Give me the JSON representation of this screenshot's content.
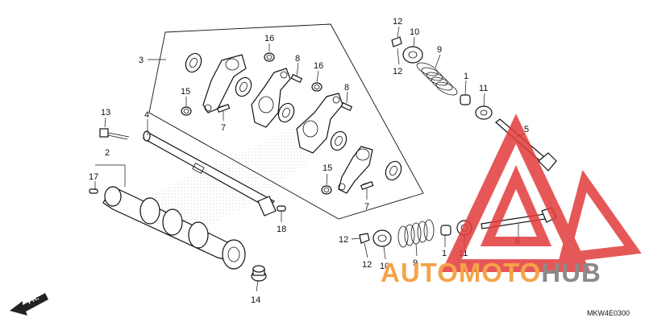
{
  "callouts": [
    {
      "id": "c3",
      "text": "3"
    },
    {
      "id": "c16a",
      "text": "16"
    },
    {
      "id": "c16b",
      "text": "16"
    },
    {
      "id": "c8a",
      "text": "8"
    },
    {
      "id": "c8b",
      "text": "8"
    },
    {
      "id": "c15a",
      "text": "15"
    },
    {
      "id": "c15b",
      "text": "15"
    },
    {
      "id": "c7a",
      "text": "7"
    },
    {
      "id": "c7b",
      "text": "7"
    },
    {
      "id": "c13",
      "text": "13"
    },
    {
      "id": "c4",
      "text": "4"
    },
    {
      "id": "c2",
      "text": "2"
    },
    {
      "id": "c17",
      "text": "17"
    },
    {
      "id": "c18",
      "text": "18"
    },
    {
      "id": "c14",
      "text": "14"
    },
    {
      "id": "c12a",
      "text": "12"
    },
    {
      "id": "c12b",
      "text": "12"
    },
    {
      "id": "c10a",
      "text": "10"
    },
    {
      "id": "c9a",
      "text": "9"
    },
    {
      "id": "c1a",
      "text": "1"
    },
    {
      "id": "c11a",
      "text": "11"
    },
    {
      "id": "c5",
      "text": "5"
    },
    {
      "id": "c12c",
      "text": "12"
    },
    {
      "id": "c12d",
      "text": "12"
    },
    {
      "id": "c10b",
      "text": "10"
    },
    {
      "id": "c9b",
      "text": "9"
    },
    {
      "id": "c1b",
      "text": "1"
    },
    {
      "id": "c11b",
      "text": "11"
    },
    {
      "id": "c6",
      "text": "6"
    }
  ],
  "diagram_code": "MKW4E0300",
  "front_arrow_label": "FR.",
  "watermark": {
    "part1": "AUTO",
    "part2": "MOTO",
    "part3": "HUB",
    "color_orange": "#f5a34a",
    "color_grey": "#8a8a8a",
    "color_red": "#e23b3b"
  }
}
